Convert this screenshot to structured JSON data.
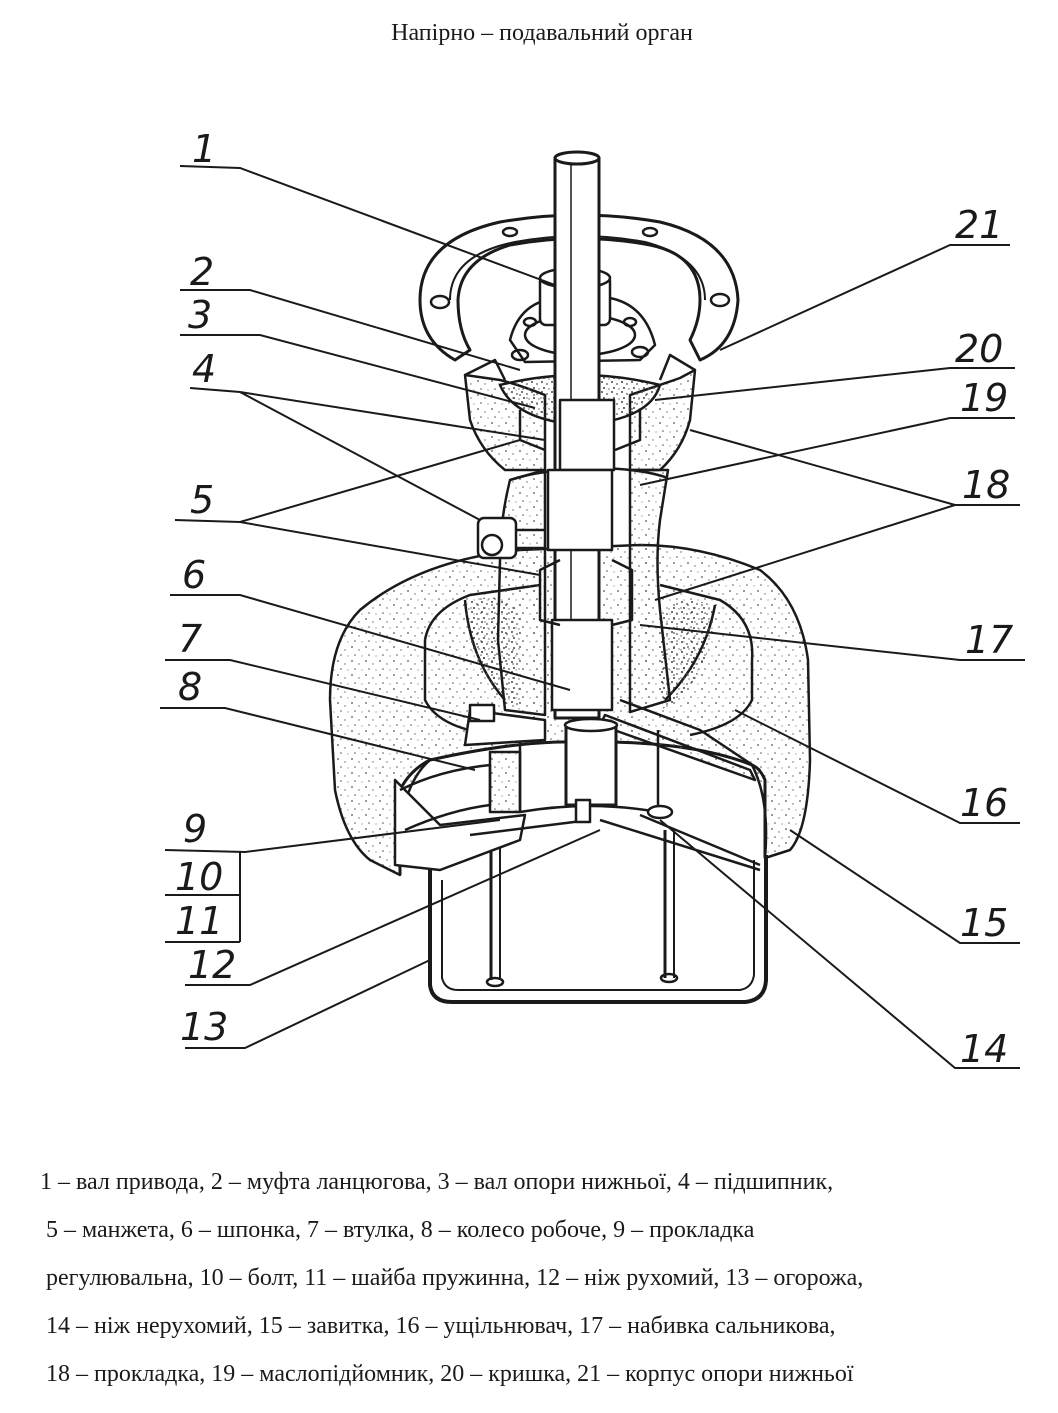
{
  "title": "Напірно – подавальний орган",
  "callouts": [
    {
      "n": "1"
    },
    {
      "n": "2"
    },
    {
      "n": "3"
    },
    {
      "n": "4"
    },
    {
      "n": "5"
    },
    {
      "n": "6"
    },
    {
      "n": "7"
    },
    {
      "n": "8"
    },
    {
      "n": "9"
    },
    {
      "n": "10"
    },
    {
      "n": "11"
    },
    {
      "n": "12"
    },
    {
      "n": "13"
    },
    {
      "n": "14"
    },
    {
      "n": "15"
    },
    {
      "n": "16"
    },
    {
      "n": "17"
    },
    {
      "n": "18"
    },
    {
      "n": "19"
    },
    {
      "n": "20"
    },
    {
      "n": "21"
    }
  ],
  "legend_lines": [
    "1 – вал привода, 2 – муфта ланцюгова, 3 – вал опори нижньої, 4 – підшипник,",
    "5 – манжета, 6 – шпонка, 7 – втулка, 8 – колесо робоче, 9 – прокладка",
    "регулювальна, 10 – болт, 11 – шайба пружинна, 12 – ніж рухомий, 13 – огорожа,",
    "14 – ніж нерухомий, 15 – завитка, 16 – ущільнювач, 17 – набивка сальникова,",
    "18 – прокладка, 19 – маслопідйомник, 20 – кришка, 21 – корпус опори нижньої"
  ]
}
